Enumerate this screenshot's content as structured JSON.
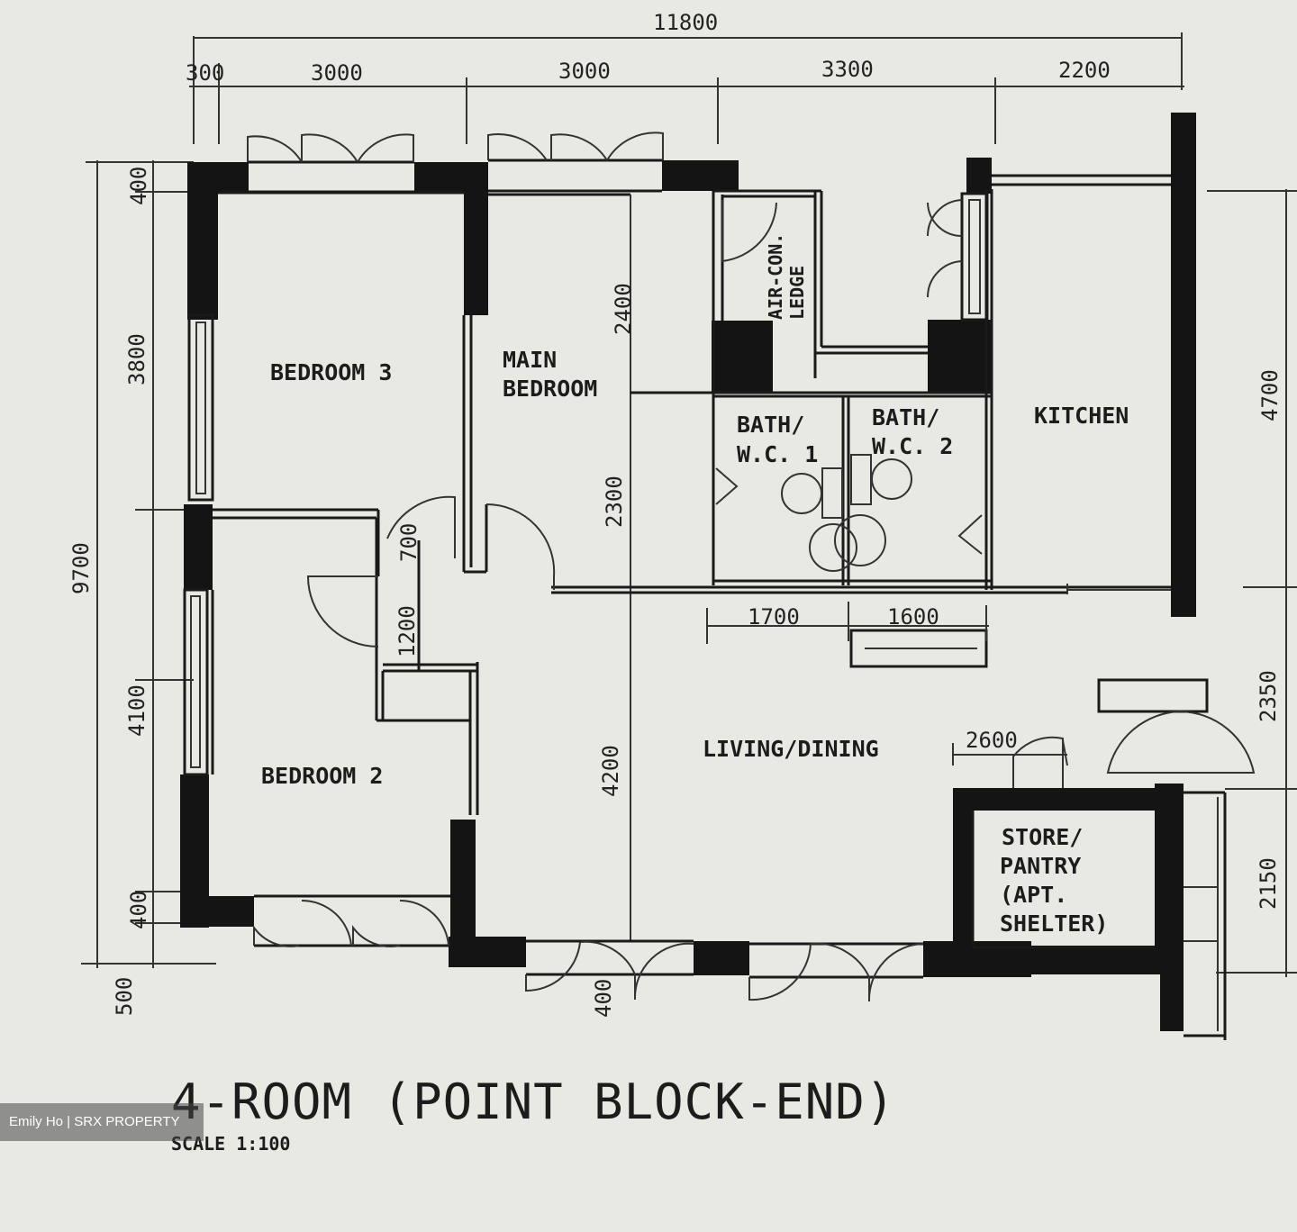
{
  "plan": {
    "title": "4-ROOM (POINT BLOCK-END)",
    "scale": "SCALE 1:100",
    "watermark": "Emily Ho | SRX PROPERTY"
  },
  "rooms": {
    "bedroom3": "BEDROOM 3",
    "main_bedroom_l1": "MAIN",
    "main_bedroom_l2": "BEDROOM",
    "air_con_l1": "AIR-CON.",
    "air_con_l2": "LEDGE",
    "bath1_l1": "BATH/",
    "bath1_l2": "W.C. 1",
    "bath2_l1": "BATH/",
    "bath2_l2": "W.C. 2",
    "kitchen": "KITCHEN",
    "bedroom2": "BEDROOM 2",
    "living": "LIVING/DINING",
    "store_l1": "STORE/",
    "store_l2": "PANTRY",
    "store_l3": "(APT.",
    "store_l4": "SHELTER)"
  },
  "dims": {
    "overall_width": "11800",
    "top_300": "300",
    "top_3000_a": "3000",
    "top_3000_b": "3000",
    "top_3300": "3300",
    "top_2200": "2200",
    "left_400_top": "400",
    "left_3800": "3800",
    "left_9700": "9700",
    "left_4100": "4100",
    "left_400_bottom": "400",
    "left_500": "500",
    "right_4700": "4700",
    "right_2350": "2350",
    "right_2150": "2150",
    "inner_2400": "2400",
    "inner_2300": "2300",
    "inner_700": "700",
    "inner_1200": "1200",
    "inner_4200": "4200",
    "inner_1700": "1700",
    "inner_1600": "1600",
    "inner_2600": "2600",
    "inner_400_bottom": "400"
  }
}
